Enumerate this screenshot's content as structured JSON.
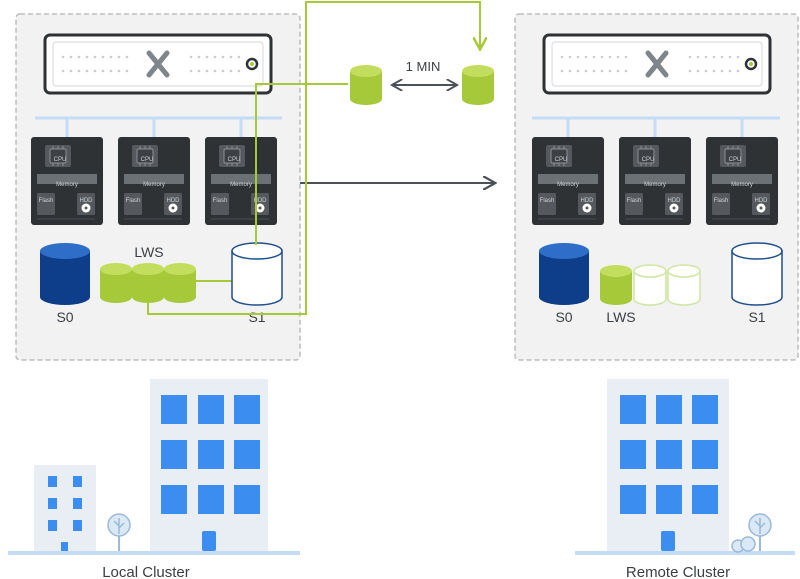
{
  "colors": {
    "panel_bg": "#f2f2f2",
    "panel_border": "#bdbdbd",
    "node_bg": "#2f3235",
    "lime": "#a6c93a",
    "lime_dark": "#8db52a",
    "navy": "#0e3d8a",
    "snapshot_outline": "#1f4f8c",
    "building_window": "#3b8df0",
    "building_wall": "#e9eef5",
    "arrow_gray": "#4a5258",
    "bus_blue": "#c6dcf6"
  },
  "replication": {
    "interval_label": "1 MIN"
  },
  "node_labels": {
    "cpu": "CPU",
    "memory": "Memory",
    "flash": "Flash",
    "hdd": "HDD"
  },
  "local": {
    "label": "Local Cluster",
    "s0_label": "S0",
    "lws_label": "LWS",
    "s1_label": "S1"
  },
  "remote": {
    "label": "Remote Cluster",
    "s0_label": "S0",
    "lws_label": "LWS",
    "s1_label": "S1"
  },
  "icons": {
    "appliance_logo": "nutanix-x-logo",
    "tree": "tree-icon",
    "bush": "bush-icon"
  }
}
